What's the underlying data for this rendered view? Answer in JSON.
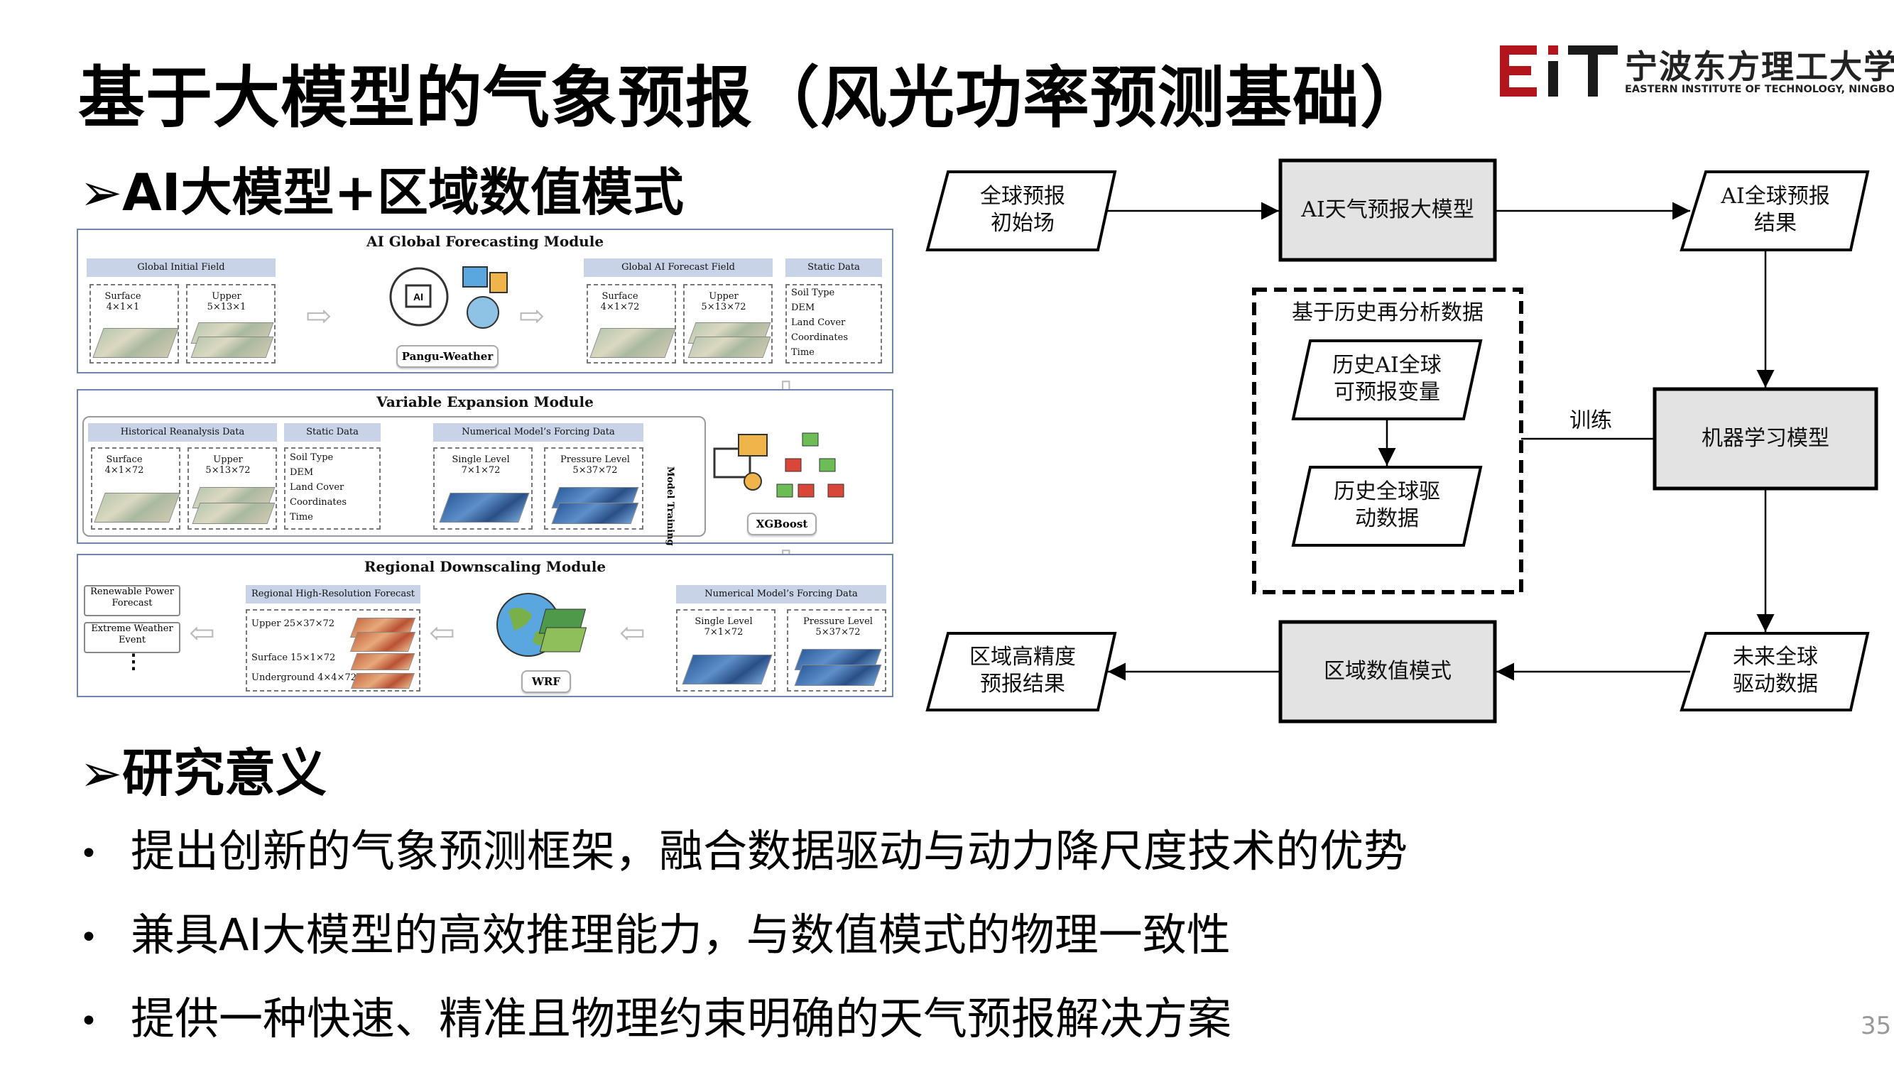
{
  "title": "基于大模型的气象预报（风光功率预测基础）",
  "logo": {
    "mark": "EIT",
    "cn": "宁波东方理工大学",
    "en": "EASTERN INSTITUTE OF TECHNOLOGY, NINGBO",
    "colors": {
      "red": "#b3151c",
      "dark": "#1a1a1a"
    }
  },
  "section1": "AI大模型+区域数值模式",
  "section2": "研究意义",
  "bullets": [
    "提出创新的气象预测框架，融合数据驱动与动力降尺度技术的优势",
    "兼具AI大模型的高效推理能力，与数值模式的物理一致性",
    "提供一种快速、精准且物理约束明确的天气预报解决方案"
  ],
  "page_number": "35",
  "figure": {
    "module1": {
      "title": "AI Global Forecasting Module",
      "global_initial_field": "Global Initial Field",
      "surface": "Surface",
      "surface_dim": "4×1×1",
      "upper": "Upper",
      "upper_dim": "5×13×1",
      "model": "Pangu-Weather",
      "global_ai_forecast_field": "Global AI Forecast Field",
      "surface2_dim": "4×1×72",
      "upper2_dim": "5×13×72",
      "static_data": "Static Data",
      "static_items": [
        "Soil Type",
        "DEM",
        "Land Cover",
        "Coordinates",
        "Time"
      ]
    },
    "module2": {
      "title": "Variable Expansion Module",
      "historical": "Historical Reanalysis Data",
      "surface_dim": "4×1×72",
      "upper_dim": "5×13×72",
      "static_data": "Static Data",
      "static_items": [
        "Soil Type",
        "DEM",
        "Land Cover",
        "Coordinates",
        "Time"
      ],
      "forcing": "Numerical Model’s Forcing Data",
      "single_level": "Single Level",
      "single_dim": "7×1×72",
      "pressure_level": "Pressure Level",
      "pressure_dim": "5×37×72",
      "training": "Model Training",
      "model": "XGBoost"
    },
    "module3": {
      "title": "Regional Downscaling Module",
      "renewable": "Renewable Power Forecast",
      "extreme": "Extreme Weather Event",
      "more": "⋮",
      "regional": "Regional High-Resolution Forecast",
      "upper": "Upper 25×37×72",
      "surface": "Surface 15×1×72",
      "underground": "Underground 4×4×72",
      "model": "WRF",
      "forcing": "Numerical Model’s Forcing Data",
      "single_level": "Single Level",
      "single_dim": "7×1×72",
      "pressure_level": "Pressure Level",
      "pressure_dim": "5×37×72"
    }
  },
  "flowchart": {
    "global_init": "全球预报\n初始场",
    "ai_model": "AI天气预报大模型",
    "ai_result": "AI全球预报\n结果",
    "history_group": "基于历史再分析数据",
    "history_vars": "历史AI全球\n可预报变量",
    "history_drive": "历史全球驱\n动数据",
    "train_label": "训练",
    "ml_model": "机器学习模型",
    "future_drive": "未来全球\n驱动数据",
    "regional_model": "区域数值模式",
    "regional_result": "区域高精度\n预报结果"
  }
}
